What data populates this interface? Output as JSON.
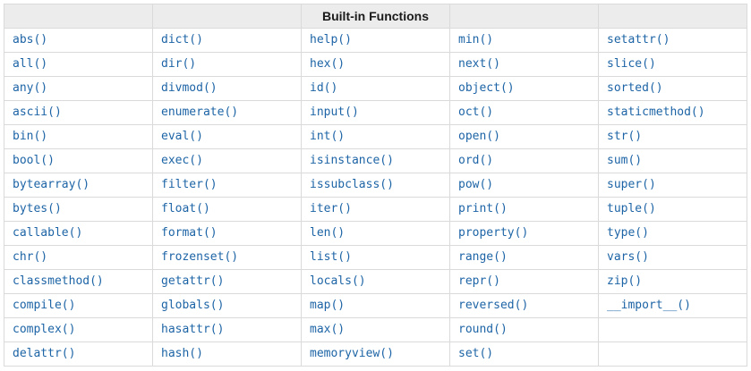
{
  "table": {
    "title": "Built-in Functions",
    "column_count": 5,
    "rows": [
      [
        "abs()",
        "dict()",
        "help()",
        "min()",
        "setattr()"
      ],
      [
        "all()",
        "dir()",
        "hex()",
        "next()",
        "slice()"
      ],
      [
        "any()",
        "divmod()",
        "id()",
        "object()",
        "sorted()"
      ],
      [
        "ascii()",
        "enumerate()",
        "input()",
        "oct()",
        "staticmethod()"
      ],
      [
        "bin()",
        "eval()",
        "int()",
        "open()",
        "str()"
      ],
      [
        "bool()",
        "exec()",
        "isinstance()",
        "ord()",
        "sum()"
      ],
      [
        "bytearray()",
        "filter()",
        "issubclass()",
        "pow()",
        "super()"
      ],
      [
        "bytes()",
        "float()",
        "iter()",
        "print()",
        "tuple()"
      ],
      [
        "callable()",
        "format()",
        "len()",
        "property()",
        "type()"
      ],
      [
        "chr()",
        "frozenset()",
        "list()",
        "range()",
        "vars()"
      ],
      [
        "classmethod()",
        "getattr()",
        "locals()",
        "repr()",
        "zip()"
      ],
      [
        "compile()",
        "globals()",
        "map()",
        "reversed()",
        "__import__()"
      ],
      [
        "complex()",
        "hasattr()",
        "max()",
        "round()",
        ""
      ],
      [
        "delattr()",
        "hash()",
        "memoryview()",
        "set()",
        ""
      ]
    ]
  },
  "colors": {
    "link": "#1d64a6",
    "border": "#dadada",
    "header_bg": "#ececec",
    "header_text": "#1a1a1a",
    "background": "#ffffff"
  }
}
